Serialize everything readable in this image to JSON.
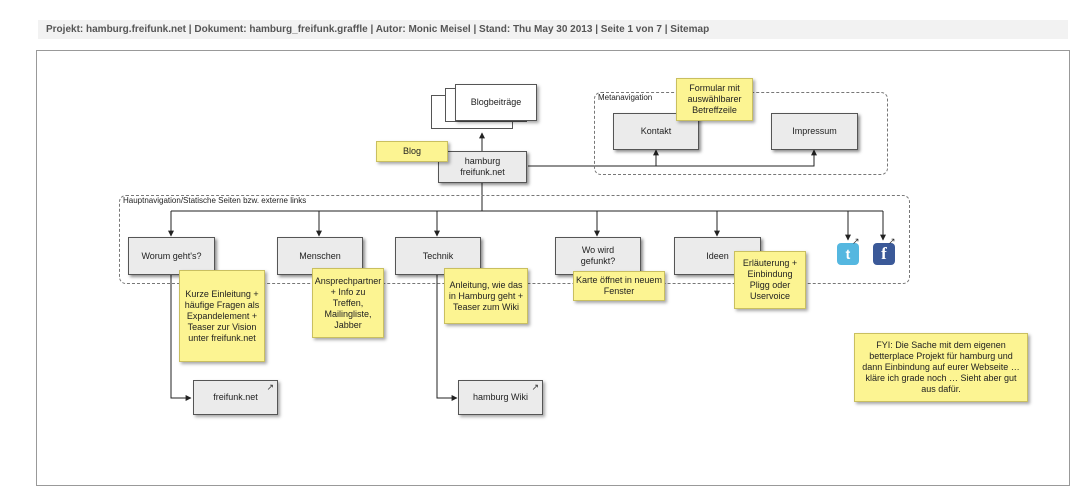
{
  "header": {
    "text": "Projekt: hamburg.freifunk.net  |  Dokument:  hamburg_freifunk.graffle  |   Autor: Monic Meisel  |  Stand: Thu May 30 2013  |  Seite 1 von 7  |  Sitemap"
  },
  "groups": {
    "meta": "Metanavigation",
    "main": "Hauptnavigation/Statische Seiten bzw. externe links"
  },
  "pages": {
    "home": "hamburg freifunk.net",
    "blog_posts": "Blogbeiträge",
    "kontakt": "Kontakt",
    "impressum": "Impressum",
    "worum": "Worum geht's?",
    "menschen": "Menschen",
    "technik": "Technik",
    "wo_wird": "Wo wird gefunkt?",
    "ideen": "Ideen",
    "freifunk_net": "freifunk.net",
    "hamburg_wiki": "hamburg Wiki"
  },
  "ext_marker": "↗",
  "notes": {
    "blog": "Blog",
    "formular": "Formular mit auswählbarer Betreffzeile",
    "worum": "Kurze Einleitung + häufige Fragen als Expandelement + Teaser zur Vision unter freifunk.net",
    "menschen": "Ansprechpartner + Info zu Treffen, Mailingliste, Jabber",
    "technik": "Anleitung, wie das in Hamburg geht + Teaser zum Wiki",
    "wo_wird": "Karte öffnet in neuem Fenster",
    "ideen": "Erläuterung + Einbindung Pligg oder Uservoice",
    "fyi": "FYI: Die Sache mit dem eigenen betterplace Projekt für hamburg und dann Einbindung auf eurer Webseite … kläre ich grade noch … Sieht aber gut aus dafür."
  },
  "social": {
    "twitter": "t",
    "facebook": "f"
  },
  "colors": {
    "note": "#fcf492",
    "page": "#ebebeb",
    "twitter": "#55b7e0",
    "facebook": "#3b5998"
  }
}
